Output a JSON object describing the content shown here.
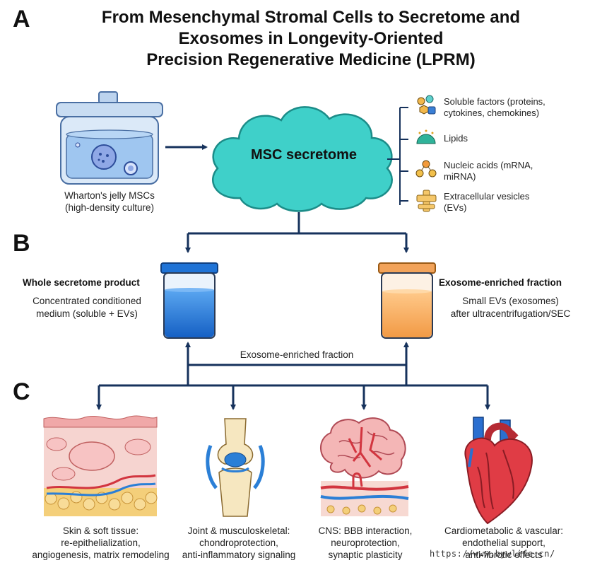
{
  "panels": [
    "A",
    "B",
    "C"
  ],
  "title": {
    "line1": "From Mesenchymal Stromal Cells to Secretome and",
    "line2": "Exosomes in Longevity-Oriented",
    "line3": "Precision Regenerative Medicine (LPRM)"
  },
  "source": {
    "line1": "Wharton's jelly MSCs",
    "line2": "(high-density culture)"
  },
  "cloud_label": "MSC secretome",
  "components": [
    {
      "line1": "Soluble factors (proteins,",
      "line2": "cytokines, chemokines)",
      "icon": "molecules-icon"
    },
    {
      "line1": "Lipids",
      "line2": "",
      "icon": "lipid-icon"
    },
    {
      "line1": "Nucleic acids (mRNA,",
      "line2": "miRNA)",
      "icon": "nucleic-acid-icon"
    },
    {
      "line1": "Extracellular vesicles",
      "line2": "(EVs)",
      "icon": "vesicle-icon"
    }
  ],
  "products": {
    "whole": {
      "title": "Whole secretome product",
      "line1": "Concentrated conditioned",
      "line2": "medium (soluble + EVs)",
      "color": "#1f73d6"
    },
    "exosome": {
      "title": "Exosome-enriched fraction",
      "line1": "Small EVs (exosomes)",
      "line2": "after ultracentrifugation/SEC",
      "color": "#f2a35a"
    }
  },
  "connector_label": "Exosome-enriched fraction",
  "applications": [
    {
      "line1": "Skin & soft tissue:",
      "line2": "re-epithelialization,",
      "line3": "angiogenesis, matrix remodeling",
      "icon": "skin-icon"
    },
    {
      "line1": "Joint & musculoskeletal:",
      "line2": "chondroprotection,",
      "line3": "anti-inflammatory signaling",
      "icon": "knee-joint-icon"
    },
    {
      "line1": "CNS: BBB interaction,",
      "line2": "neuroprotection,",
      "line3": "synaptic plasticity",
      "icon": "brain-icon"
    },
    {
      "line1": "Cardiometabolic & vascular:",
      "line2": "endothelial support,",
      "line3": "anti-fibrotic effects",
      "icon": "heart-icon"
    }
  ],
  "watermark": "https://www.bywlife.cn/",
  "colors": {
    "arrow": "#16325c",
    "cloud": "#3fd0c9",
    "cloud_stroke": "#1b8c88"
  }
}
